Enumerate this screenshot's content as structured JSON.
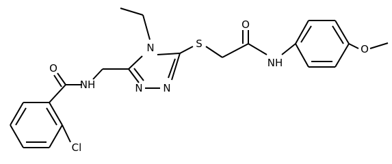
{
  "molecule": {
    "atom_labels": {
      "amide_oxygen_left": "O",
      "amide_nh_left": "NH",
      "ring_n4": "N",
      "ring_n1": "N",
      "ring_n2": "N",
      "thioether_sulfur": "S",
      "amide_oxygen_right": "O",
      "amide_nh_right": "NH",
      "methoxy_oxygen": "O",
      "chlorine": "Cl"
    }
  }
}
